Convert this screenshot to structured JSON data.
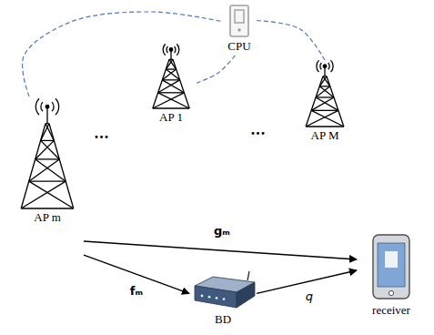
{
  "diagram": {
    "nodes": [
      {
        "text": [
          "CPU"
        ]
      },
      {
        "text": [
          "AP 1"
        ]
      },
      {
        "text": [
          "AP M"
        ]
      },
      {
        "text": [
          "AP m"
        ]
      },
      {
        "text": [
          "BD"
        ]
      },
      {
        "text": [
          "receiver"
        ]
      }
    ],
    "edges": [
      {
        "from": 3,
        "to": 0,
        "arrow": "none"
      },
      {
        "from": 1,
        "to": 0,
        "arrow": "none"
      },
      {
        "from": 0,
        "to": 2,
        "arrow": "none"
      },
      {
        "from": 3,
        "to": 5,
        "arrow": "to",
        "label": "gₘ"
      },
      {
        "from": 3,
        "to": 4,
        "arrow": "to",
        "label": "fₘ"
      },
      {
        "from": 4,
        "to": 5,
        "arrow": "to",
        "label": "q"
      }
    ],
    "labels": [
      "...",
      "..."
    ]
  }
}
